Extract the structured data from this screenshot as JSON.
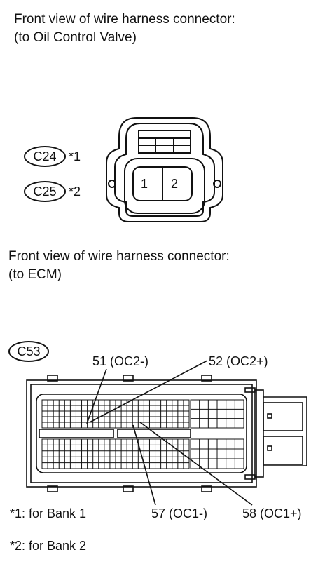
{
  "top_connector": {
    "title_line1": "Front view of wire harness connector:",
    "title_line2": "(to Oil Control Valve)",
    "codes": [
      {
        "code": "C24",
        "note": "*1"
      },
      {
        "code": "C25",
        "note": "*2"
      }
    ],
    "pins": [
      "1",
      "2"
    ]
  },
  "ecm_connector": {
    "title_line1": "Front view of wire harness connector:",
    "title_line2": "(to ECM)",
    "code": "C53",
    "pin_labels": {
      "p51": "51 (OC2-)",
      "p52": "52 (OC2+)",
      "p57": "57 (OC1-)",
      "p58": "58 (OC1+)"
    }
  },
  "footnotes": {
    "n1": "*1: for Bank 1",
    "n2": "*2: for Bank 2"
  }
}
